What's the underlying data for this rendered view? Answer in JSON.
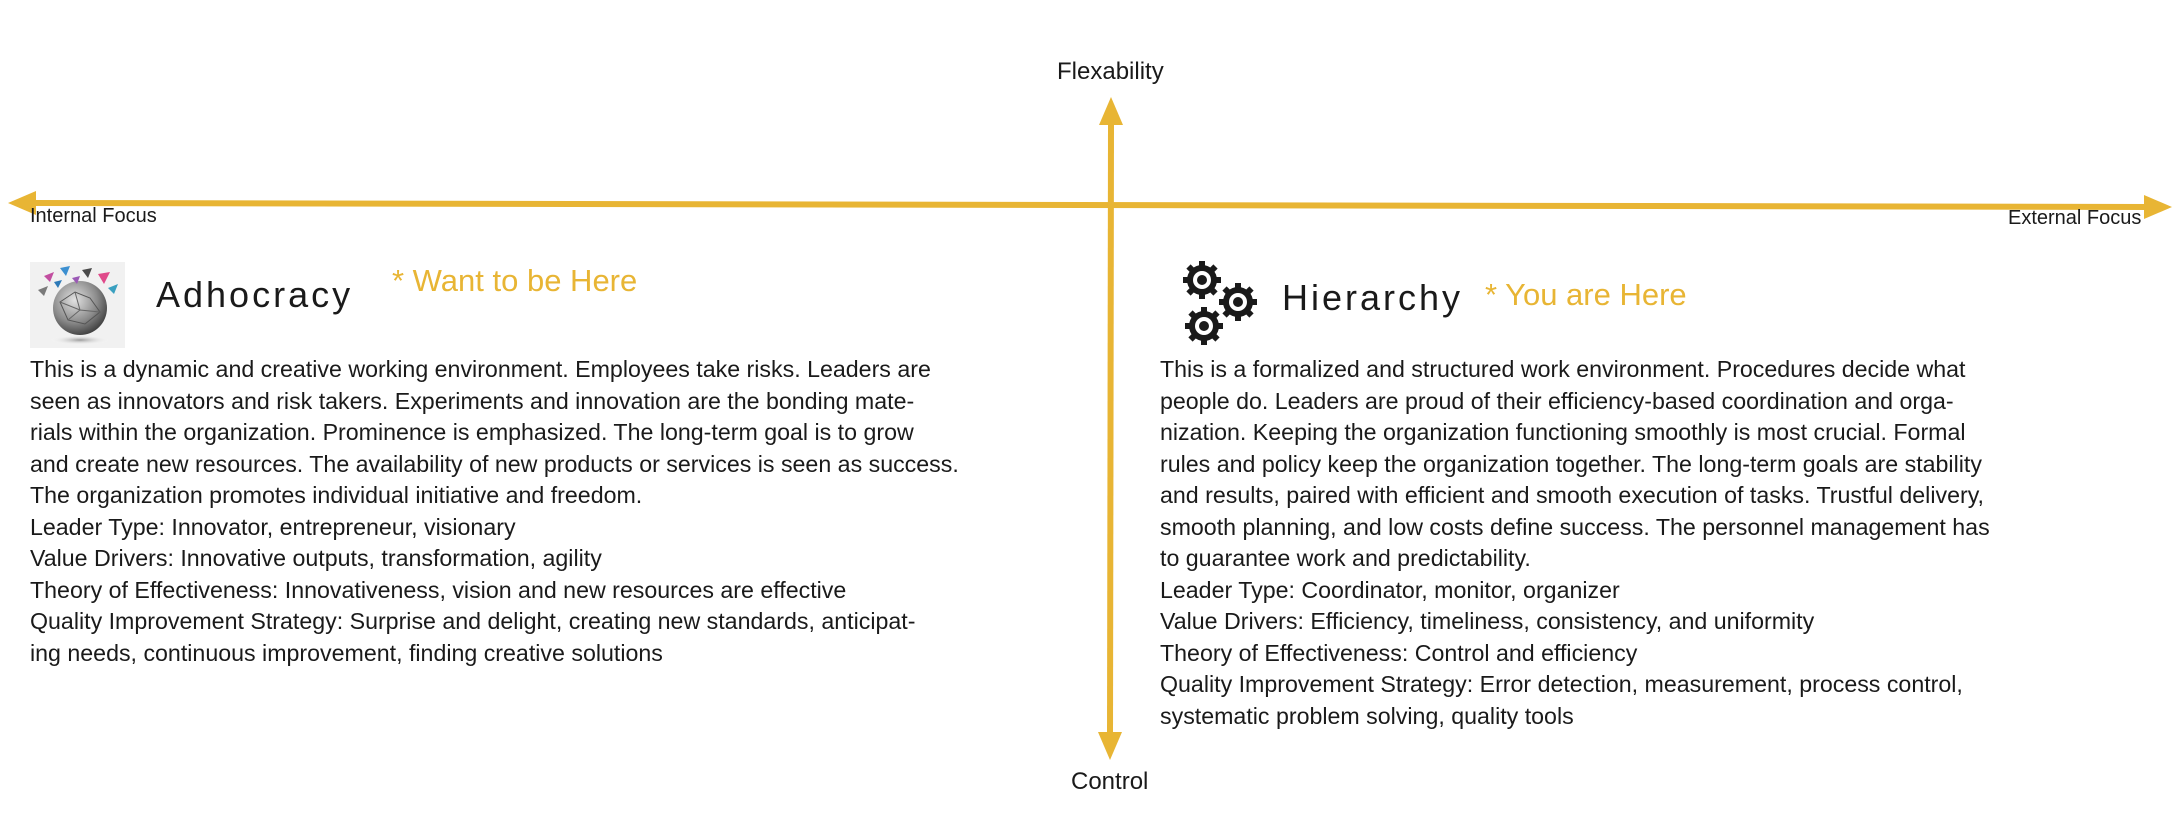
{
  "axes": {
    "top": "Flexability",
    "bottom": "Control",
    "left": "Internal Focus",
    "right": "External Focus"
  },
  "colors": {
    "axis": "#e8b534",
    "accent": "#e8b534",
    "text": "#1a1a1a"
  },
  "quadrants": {
    "adhocracy": {
      "icon": "crumpled-paper-ball-icon",
      "title": "Adhocracy",
      "note": "* Want to be Here",
      "description_lines": [
        "This is a dynamic and creative working environment. Employees take risks. Leaders are",
        "seen as innovators and risk takers. Experiments and innovation are the bonding mate-",
        "rials within the organization. Prominence is emphasized. The long-term goal is to grow",
        "and create new resources. The availability of new products or services is seen as success.",
        "The organization promotes individual initiative and freedom."
      ],
      "leader_type": "Leader Type: Innovator, entrepreneur, visionary",
      "value_drivers": "Value Drivers: Innovative outputs, transformation, agility",
      "theory": "Theory of Effectiveness: Innovativeness, vision and new resources are effective",
      "quality_lines": [
        "Quality Improvement Strategy: Surprise and delight, creating new standards, anticipat-",
        "ing needs, continuous improvement, finding creative solutions"
      ]
    },
    "hierarchy": {
      "icon": "gears-icon",
      "title": "Hierarchy",
      "note": "* You are Here",
      "description_lines": [
        "This is a formalized and structured work environment. Procedures decide what",
        "people do. Leaders are proud of their efficiency-based coordination and orga-",
        "nization. Keeping the organization functioning smoothly is most crucial. Formal",
        "rules and policy keep the organization together. The long-term goals are stability",
        "and results, paired with efficient and smooth execution of tasks. Trustful delivery,",
        "smooth planning, and low costs define success. The personnel management has",
        "to guarantee work and predictability."
      ],
      "leader_type": "Leader Type: Coordinator, monitor, organizer",
      "value_drivers": "Value Drivers: Efficiency, timeliness, consistency, and uniformity",
      "theory": "Theory of Effectiveness: Control and efficiency",
      "quality_lines": [
        "Quality Improvement Strategy: Error detection, measurement, process control,",
        "systematic problem solving, quality tools"
      ]
    }
  }
}
